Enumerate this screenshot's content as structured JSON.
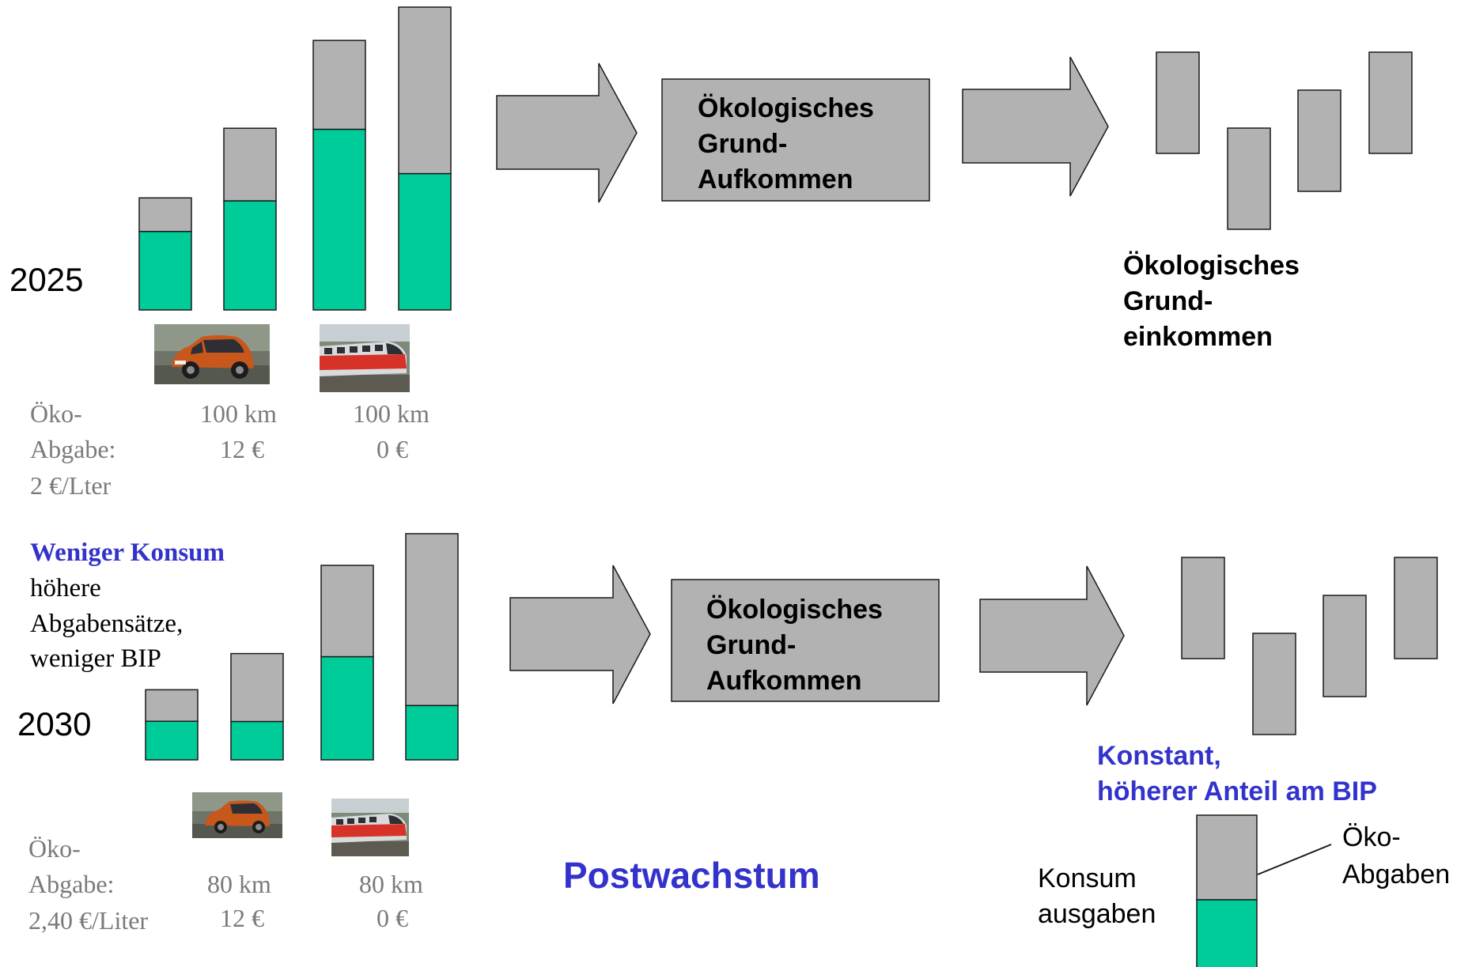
{
  "colors": {
    "green": "#00cc99",
    "gray": "#b2b2b2",
    "blue_text": "#3333cc",
    "gray_text": "#7a7a7a",
    "stroke": "#1a1a1a"
  },
  "year_2025": {
    "year": "2025",
    "bars": [
      {
        "green_share": 0.7,
        "relative_total": 0.37
      },
      {
        "green_share": 0.6,
        "relative_total": 0.6
      },
      {
        "green_share": 0.67,
        "relative_total": 0.89
      },
      {
        "green_share": 0.45,
        "relative_total": 1.0
      }
    ],
    "car_icon": "car-photo",
    "train_icon": "train-photo",
    "label_line1": "Öko-",
    "label_line2": "Abgabe:",
    "label_line3": "2 €/Lter",
    "car_distance": "100 km",
    "car_cost": "12 €",
    "train_distance": "100 km",
    "train_cost": "0 €",
    "box_line1": "Ökologisches",
    "box_line2": "Grund-",
    "box_line3": "Aufkommen",
    "result_line1": "Ökologisches",
    "result_line2": "Grund-",
    "result_line3": "einkommen"
  },
  "year_2030": {
    "year": "2030",
    "note_title": "Weniger Konsum",
    "note_line1": "höhere",
    "note_line2": "Abgabensätze,",
    "note_line3": "weniger BIP",
    "bars": [
      {
        "green_share": 0.55,
        "relative_total": 0.31
      },
      {
        "green_share": 0.36,
        "relative_total": 0.47
      },
      {
        "green_share": 0.53,
        "relative_total": 0.86
      },
      {
        "green_share": 0.24,
        "relative_total": 1.0
      }
    ],
    "car_icon": "car-photo",
    "train_icon": "train-photo",
    "label_line1": "Öko-",
    "label_line2": "Abgabe:",
    "label_line3": "2,40  €/Liter",
    "car_distance": "80 km",
    "car_cost": "12 €",
    "train_distance": "80 km",
    "train_cost": "0 €",
    "box_line1": "Ökologisches",
    "box_line2": "Grund-",
    "box_line3": "Aufkommen",
    "result_line1": "Konstant,",
    "result_line2": "höherer Anteil am BIP"
  },
  "bottom_title": "Postwachstum",
  "legend": {
    "consumption_line1": "Konsum",
    "consumption_line2": "ausgaben",
    "eco_line1": "Öko-",
    "eco_line2": "Abgaben"
  }
}
